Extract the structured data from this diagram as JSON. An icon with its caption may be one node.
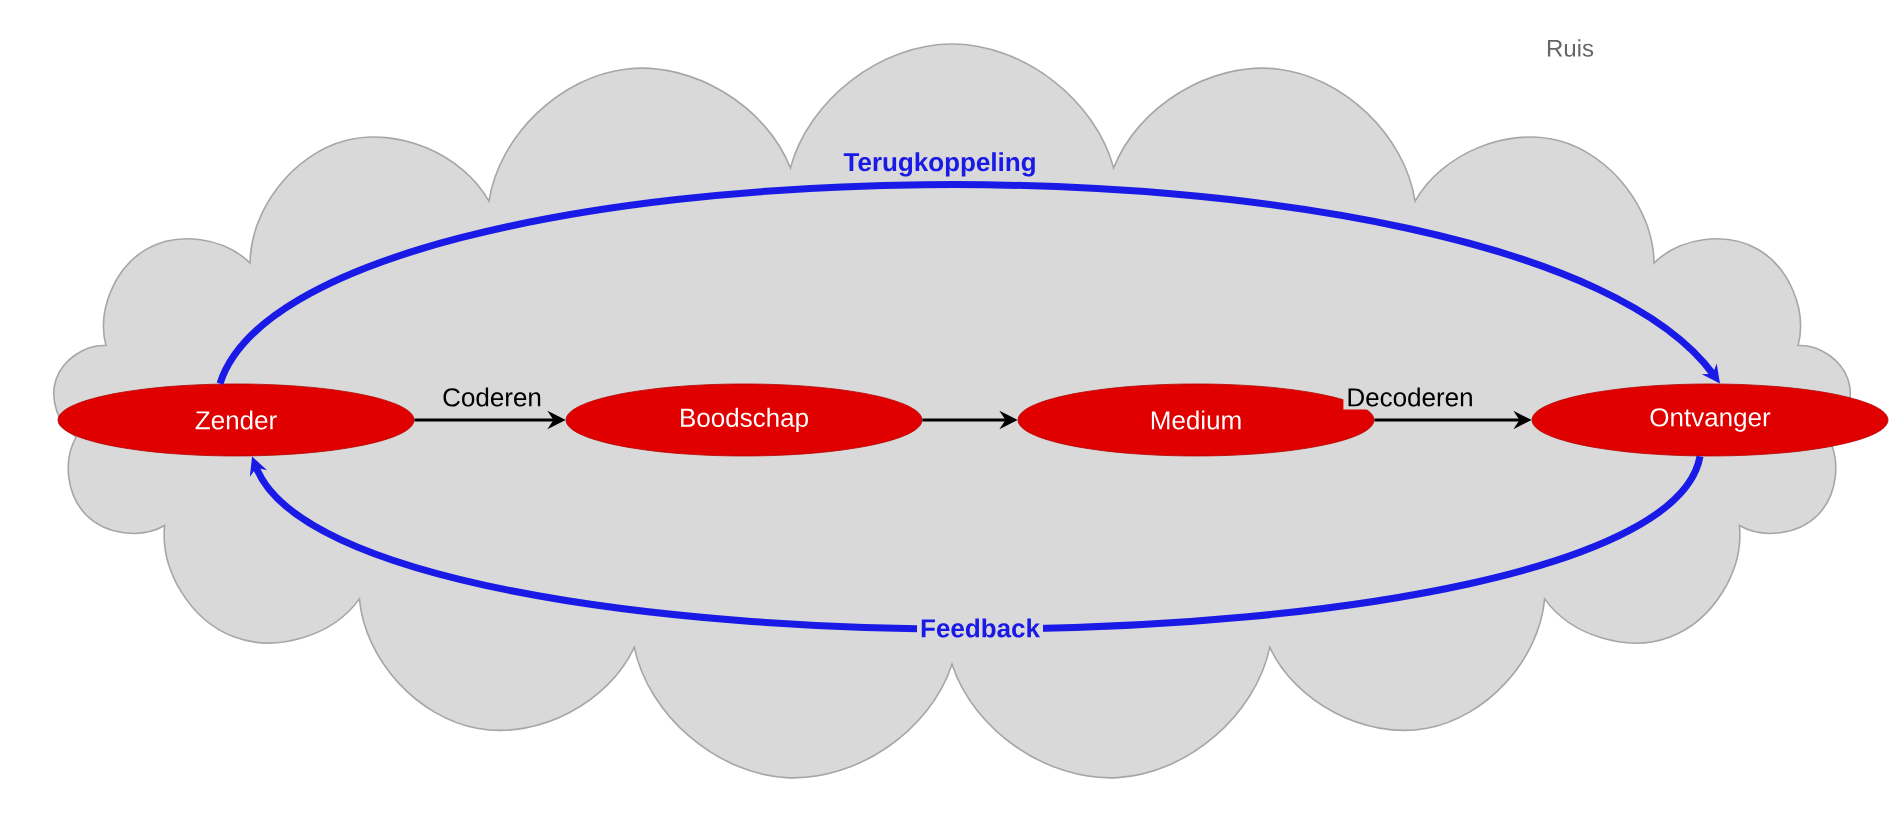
{
  "diagram": {
    "nodes": [
      {
        "text": [
          "Ruis"
        ]
      },
      {
        "text": [
          "Zender"
        ],
        "in": 0
      },
      {
        "text": [
          "Boodschap"
        ],
        "in": 0
      },
      {
        "text": [
          "Medium"
        ],
        "in": 0
      },
      {
        "text": [
          "Ontvanger"
        ],
        "in": 0
      }
    ],
    "edges": [
      {
        "from": 1,
        "to": 2,
        "arrow": "to",
        "label": "Coderen"
      },
      {
        "from": 2,
        "to": 3,
        "arrow": "to"
      },
      {
        "from": 3,
        "to": 4,
        "arrow": "to",
        "label": "Decoderen"
      },
      {
        "from": 1,
        "to": 4,
        "arrow": "to",
        "label": "Terugkoppeling",
        "style": "thick",
        "color": "#1a1ae6"
      },
      {
        "from": 4,
        "to": 1,
        "arrow": "to",
        "label": "Feedback",
        "style": "thick",
        "color": "#1a1ae6"
      }
    ]
  }
}
